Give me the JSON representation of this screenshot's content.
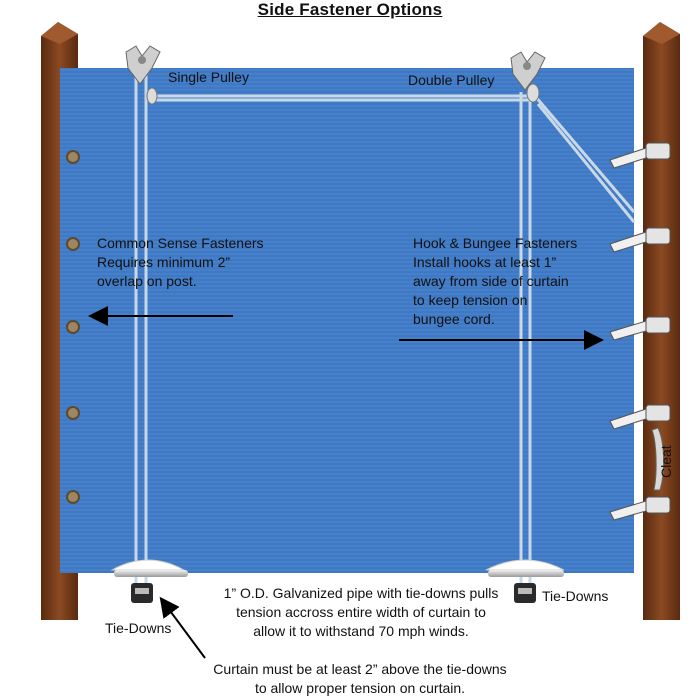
{
  "title": "Side Fastener Options",
  "labels": {
    "single_pulley": "Single Pulley",
    "double_pulley": "Double Pulley",
    "common_sense": [
      "Common Sense Fasteners",
      "Requires minimum 2”",
      "overlap on post."
    ],
    "hook_bungee": [
      "Hook & Bungee Fasteners",
      "Install hooks at least 1”",
      "away from side of curtain",
      "to keep tension on",
      "bungee cord."
    ],
    "cleat": "Cleat",
    "tie_downs_left": "Tie-Downs",
    "tie_downs_right": "Tie-Downs",
    "pipe_note": [
      "1” O.D. Galvanized pipe with tie-downs pulls",
      "tension accross entire width of curtain to",
      "allow it to withstand 70 mph winds."
    ],
    "curtain_note": [
      "Curtain must be at least 2” above the tie-downs",
      "to allow proper tension on curtain."
    ]
  },
  "colors": {
    "curtain": "#3f78c3",
    "post": "#7a3a1a",
    "rope": "#c9d8e6",
    "metal": "#c8c8c8",
    "arrow": "#000000"
  },
  "icons": [
    "pulley-icon",
    "grommet-icon",
    "hook-icon",
    "cleat-icon",
    "tie-down-icon"
  ]
}
